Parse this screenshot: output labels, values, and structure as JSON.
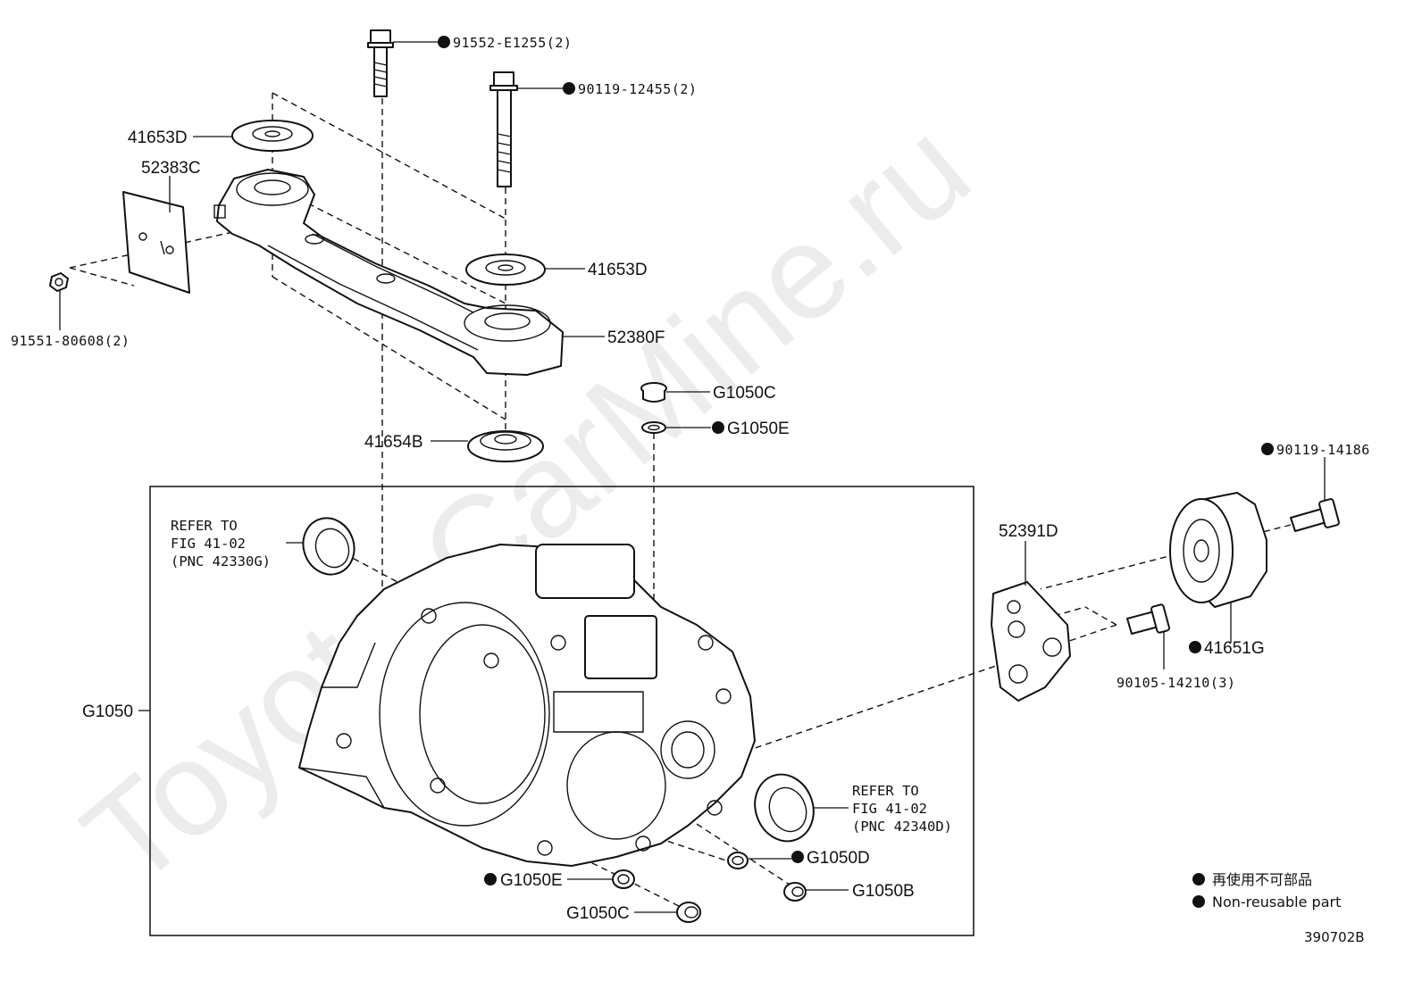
{
  "watermark": "Toyota-CarMine.ru",
  "figure_code": "390702B",
  "legend": {
    "line_jp": "再使用不可部品",
    "line_en": "Non-reusable part"
  },
  "labels": {
    "bolt_top": "91552-E1255(2)",
    "bolt_mount": "90119-12455(2)",
    "washer_upper": "41653D",
    "plate": "52383C",
    "screw_plate": "91551-80608(2)",
    "washer_mid": "41653D",
    "bracket": "52380F",
    "washer_lower": "41654B",
    "plug_top": "G1050C",
    "gasket_top": "G1050E",
    "bolt_right": "90119-14186",
    "bracket_right": "52391D",
    "pulley": "41651G",
    "bolt_bracket": "90105-14210(3)",
    "transaxle": "G1050",
    "gasket_bottom": "G1050E",
    "plug_bottom": "G1050C",
    "gasket_d": "G1050D",
    "plug_b": "G1050B"
  },
  "refer_left": [
    "REFER TO",
    "FIG 41-02",
    "(PNC 42330G)"
  ],
  "refer_right": [
    "REFER TO",
    "FIG 41-02",
    "(PNC 42340D)"
  ],
  "non_reusable": [
    "bolt_top",
    "bolt_mount",
    "gasket_top",
    "bolt_right",
    "pulley",
    "gasket_bottom",
    "gasket_d"
  ]
}
